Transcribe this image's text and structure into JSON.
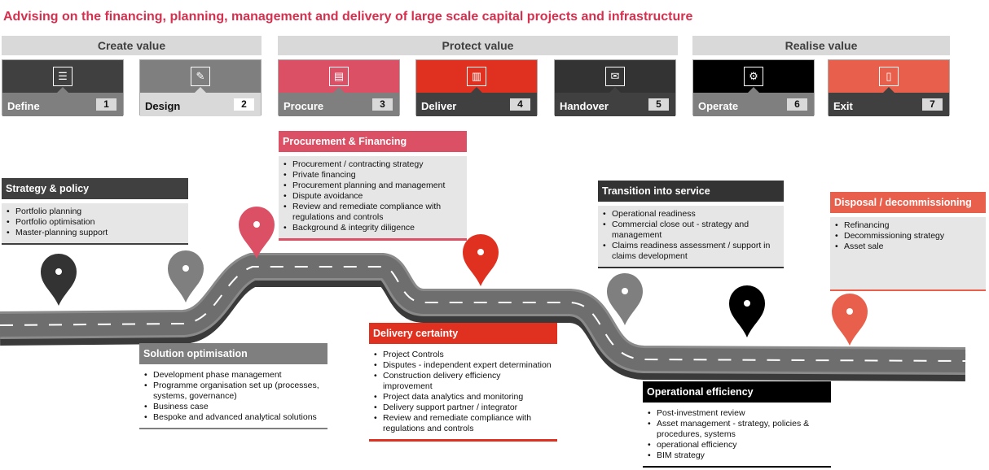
{
  "title": "Advising on the financing, planning, management and delivery of large scale capital projects and infrastructure",
  "phases": [
    "Create value",
    "Protect value",
    "Realise value"
  ],
  "stages": [
    {
      "label": "Define",
      "num": "1",
      "icon": "checklist-icon"
    },
    {
      "label": "Design",
      "num": "2",
      "icon": "pencil-icon"
    },
    {
      "label": "Procure",
      "num": "3",
      "icon": "document-icon"
    },
    {
      "label": "Deliver",
      "num": "4",
      "icon": "building-icon"
    },
    {
      "label": "Handover",
      "num": "5",
      "icon": "handshake-icon"
    },
    {
      "label": "Operate",
      "num": "6",
      "icon": "gears-icon"
    },
    {
      "label": "Exit",
      "num": "7",
      "icon": "door-icon"
    }
  ],
  "boxes": {
    "strategy": {
      "title": "Strategy & policy",
      "items": [
        "Portfolio planning",
        "Portfolio optimisation",
        "Master-planning support"
      ]
    },
    "solution": {
      "title": "Solution optimisation",
      "items": [
        "Development phase management",
        "Programme organisation set up (processes, systems, governance)",
        "Business case",
        "Bespoke and advanced analytical solutions"
      ]
    },
    "procurement": {
      "title": "Procurement & Financing",
      "items": [
        "Procurement / contracting strategy",
        "Private financing",
        "Procurement planning and management",
        "Dispute avoidance",
        "Review and remediate compliance with regulations and controls",
        "Background & integrity diligence"
      ]
    },
    "delivery": {
      "title": "Delivery certainty",
      "items": [
        "Project Controls",
        "Disputes - independent expert determination",
        "Construction delivery efficiency improvement",
        "Project data analytics and monitoring",
        "Delivery support partner / integrator",
        "Review and remediate compliance with regulations and controls"
      ]
    },
    "transition": {
      "title": "Transition into service",
      "items": [
        "Operational readiness",
        "Commercial close out - strategy and management",
        "Claims readiness assessment / support in claims development"
      ]
    },
    "operational": {
      "title": "Operational efficiency",
      "items": [
        "Post-investment review",
        "Asset management - strategy, policies & procedures, systems",
        "operational efficiency",
        "BIM strategy"
      ]
    },
    "disposal": {
      "title": "Disposal / decommissioning",
      "items": [
        "Refinancing",
        "Decommissioning strategy",
        "Asset sale"
      ]
    }
  },
  "colors": {
    "pink": "#dc5066",
    "red": "#e03020",
    "coral": "#e8604c",
    "dark": "#404040",
    "gray": "#7f7f7f"
  }
}
